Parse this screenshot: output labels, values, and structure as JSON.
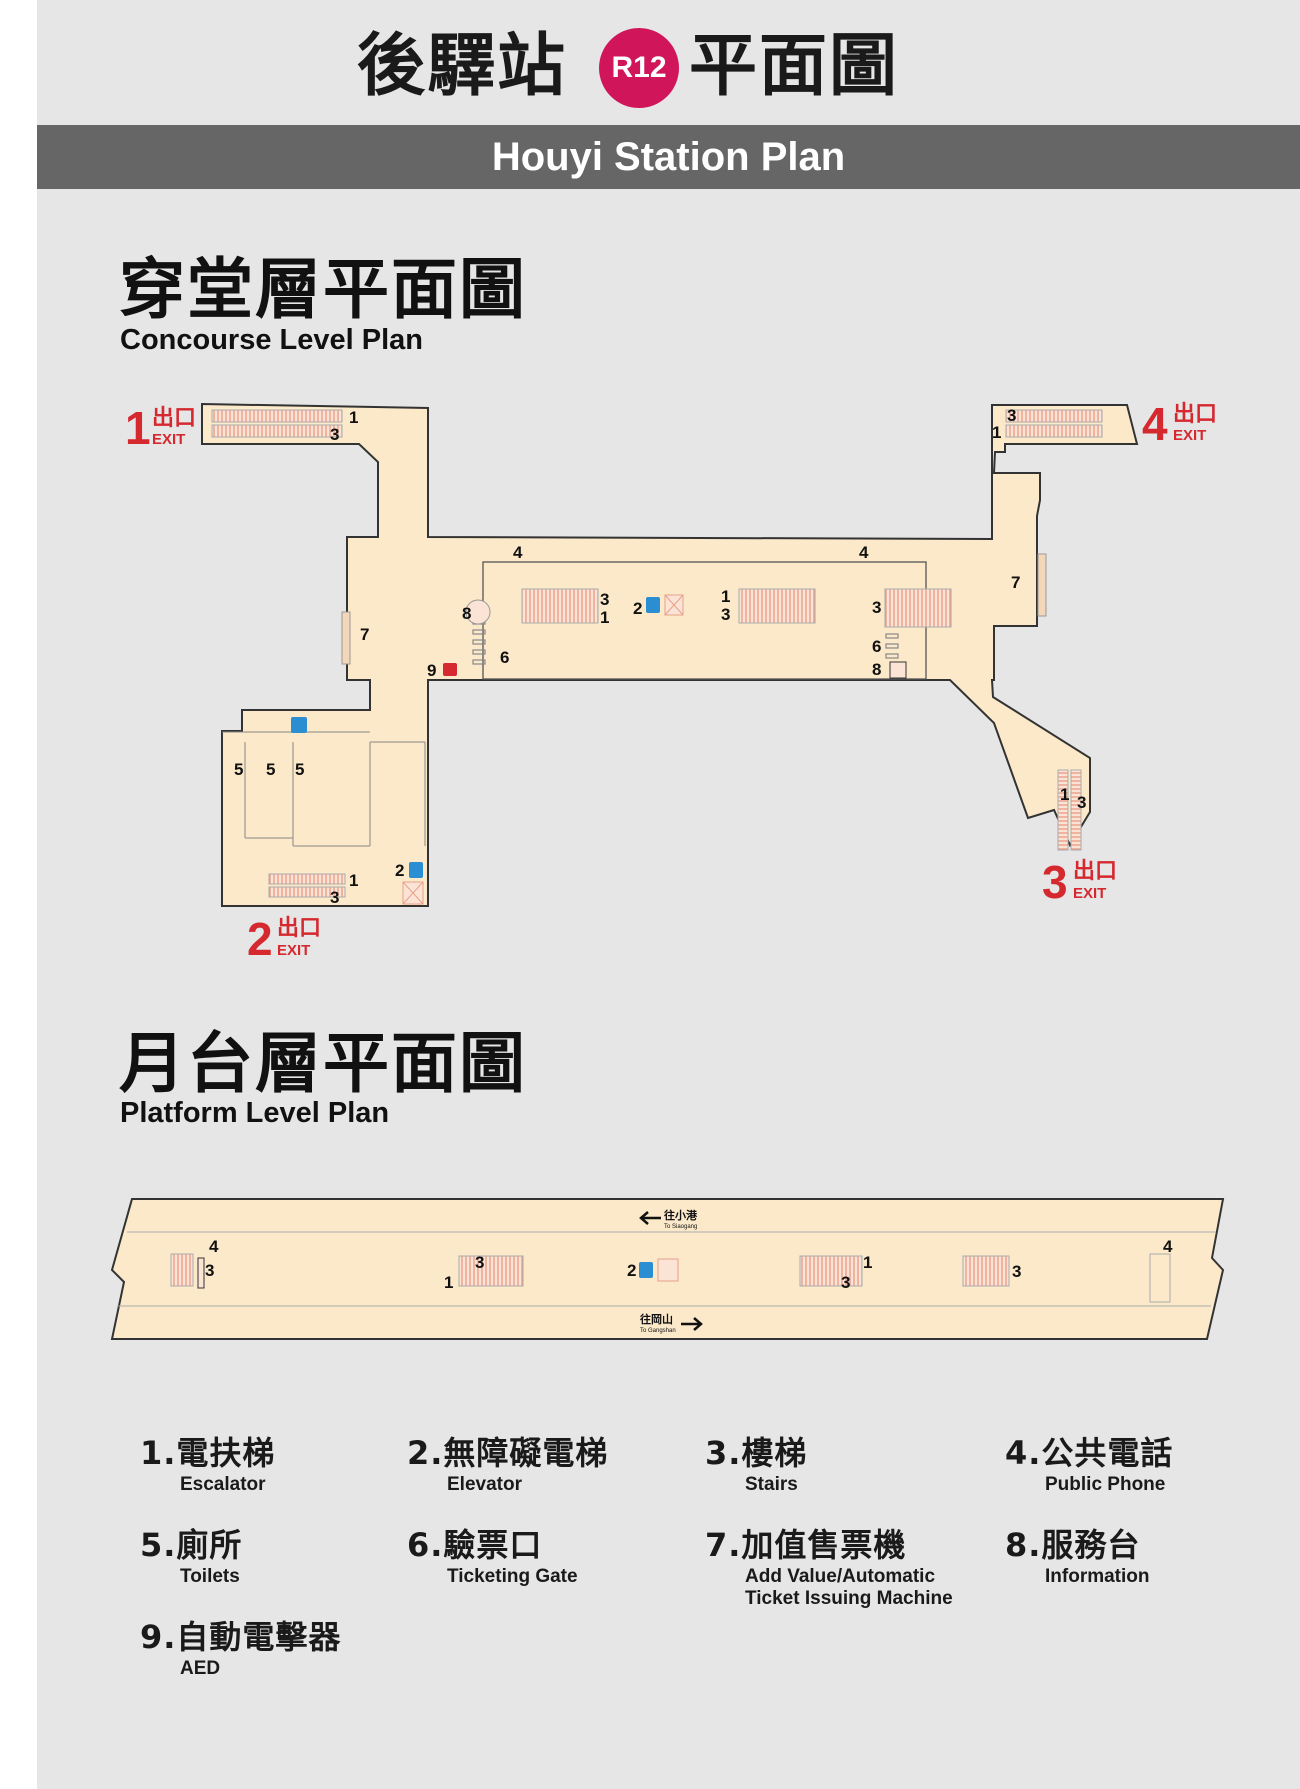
{
  "title": {
    "station_cn": "後驛站",
    "code": "R12",
    "plan_cn": "平面圖",
    "english": "Houyi Station Plan"
  },
  "concourse": {
    "title_cn": "穿堂層平面圖",
    "title_en": "Concourse Level Plan",
    "exit_cn": "出口",
    "exit_en": "EXIT",
    "exits": [
      "1",
      "2",
      "3",
      "4"
    ]
  },
  "platform": {
    "title_cn": "月台層平面圖",
    "title_en": "Platform Level Plan",
    "dir_upper_cn": "往小港",
    "dir_upper_en": "To Siaogang",
    "dir_lower_cn": "往岡山",
    "dir_lower_en": "To Gangshan"
  },
  "colors": {
    "floor": "#fbe9c9",
    "outline": "#333333",
    "stairs": "#e9a08a",
    "exit_red": "#d5282f",
    "elevator_blue": "#2c8ed2",
    "badge": "#d0155b",
    "banner": "#666666"
  },
  "legend": [
    {
      "num": "1.",
      "cn": "電扶梯",
      "en": "Escalator"
    },
    {
      "num": "2.",
      "cn": "無障礙電梯",
      "en": "Elevator"
    },
    {
      "num": "3.",
      "cn": "樓梯",
      "en": "Stairs"
    },
    {
      "num": "4.",
      "cn": "公共電話",
      "en": "Public Phone"
    },
    {
      "num": "5.",
      "cn": "廁所",
      "en": "Toilets"
    },
    {
      "num": "6.",
      "cn": "驗票口",
      "en": "Ticketing Gate"
    },
    {
      "num": "7.",
      "cn": "加值售票機",
      "en": "Add Value/Automatic\nTicket Issuing Machine"
    },
    {
      "num": "8.",
      "cn": "服務台",
      "en": "Information"
    },
    {
      "num": "9.",
      "cn": "自動電擊器",
      "en": "AED"
    }
  ]
}
